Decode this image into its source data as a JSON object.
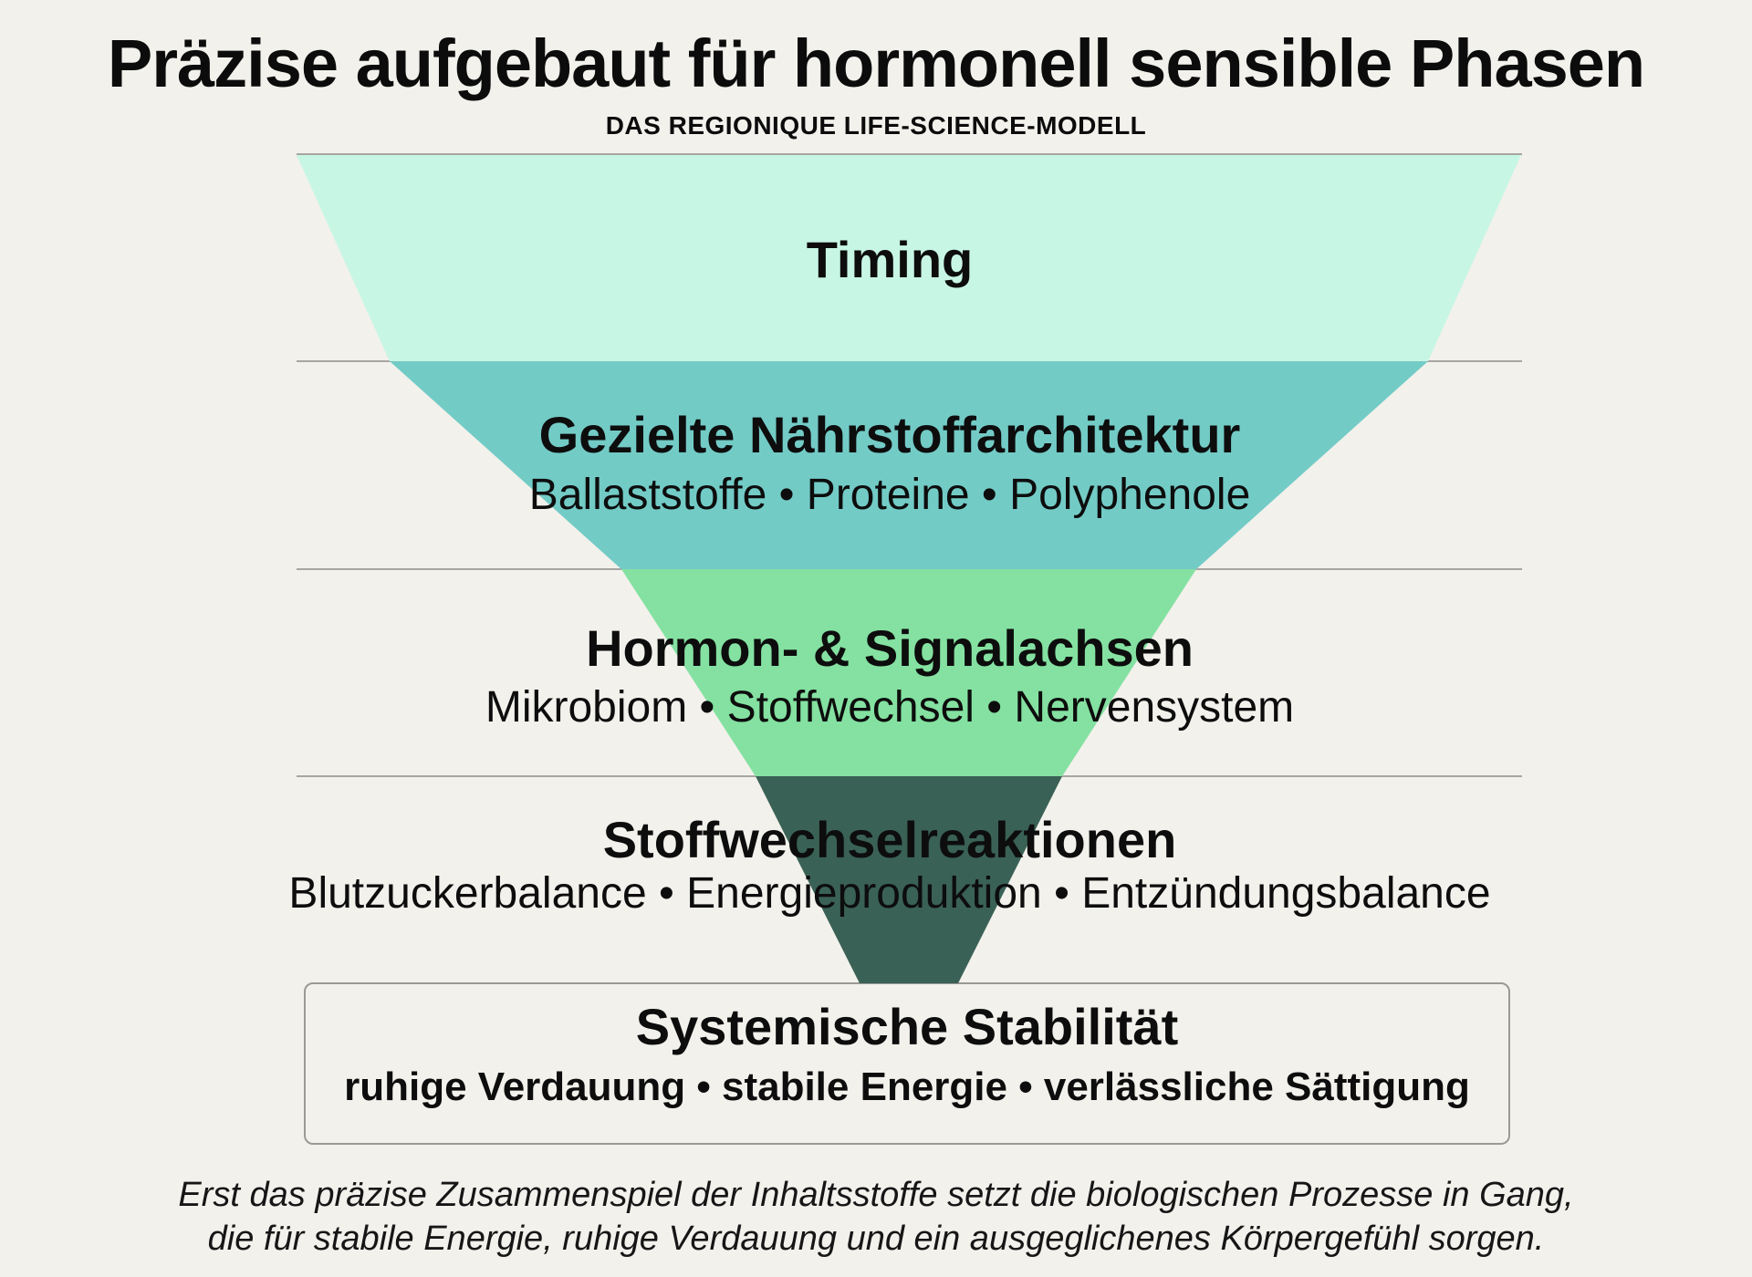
{
  "page": {
    "background": "#f2f1ec",
    "text_color": "#111111"
  },
  "header": {
    "title": "Präzise aufgebaut für hormonell sensible Phasen",
    "subtitle": "DAS REGIONIQUE LIFE-SCIENCE-MODELL"
  },
  "funnel": {
    "divider_color": "#a7a6a2",
    "levels": [
      {
        "label": "Timing",
        "sublabel": "",
        "color": "#c8f6e4"
      },
      {
        "label": "Gezielte Nährstoffarchitektur",
        "sublabel": "Ballaststoffe • Proteine • Polyphenole",
        "color": "#73cbc6"
      },
      {
        "label": "Hormon- & Signalachsen",
        "sublabel": "Mikrobiom • Stoffwechsel • Nervensystem",
        "color": "#84e1a1"
      },
      {
        "label": "Stoffwechselreaktionen",
        "sublabel": "Blutzuckerbalance • Energieproduktion • Entzündungsbalance",
        "color": "#3a6156"
      }
    ]
  },
  "base_box": {
    "label": "Systemische Stabilität",
    "sublabel": "ruhige Verdauung • stabile Energie • verlässliche Sättigung",
    "border_color": "#9a9995"
  },
  "footer": {
    "line1": "Erst das präzise Zusammenspiel der Inhaltsstoffe setzt die biologischen Prozesse in Gang,",
    "line2": "die für stabile Energie, ruhige Verdauung und ein ausgeglichenes Körpergefühl sorgen."
  }
}
